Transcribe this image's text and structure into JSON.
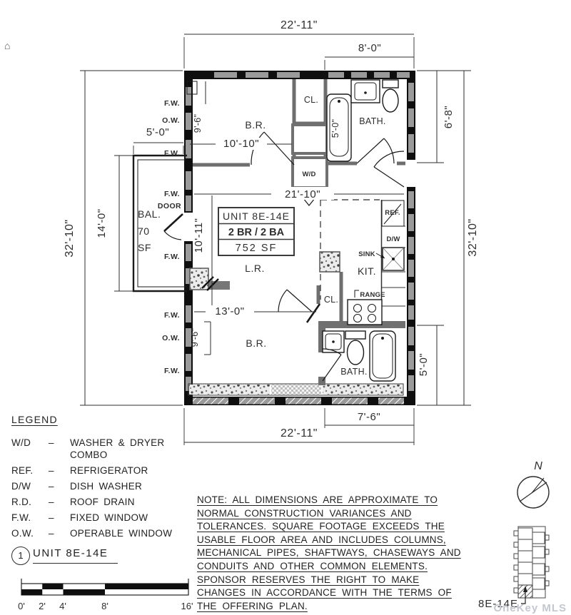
{
  "plan": {
    "dims": {
      "top_width": "22'-11\"",
      "top_bath_width": "8'-0\"",
      "left_height": "32'-10\"",
      "balcony_height": "14'-0\"",
      "balcony_width": "5'-0\"",
      "right_bath_height": "6'-8\"",
      "right_height": "32'-10\"",
      "right_bath2_height": "5'-0\"",
      "bottom_terrace_width": "7'-6\"",
      "bottom_width": "22'-11\"",
      "interior_width": "21'-10\"",
      "br_top_width": "10'-10\"",
      "br_top_height": "9'-6\"",
      "lr_height": "10'-11\"",
      "br_bottom_width": "13'-0\"",
      "br_bottom_height": "9'-6\"",
      "tub_length": "5'-0\""
    },
    "labels": {
      "br_top": "B.R.",
      "br_bottom": "B.R.",
      "cl_top": "CL.",
      "cl_mid": "CL.",
      "bath_top": "BATH.",
      "bath_bottom": "BATH.",
      "lr": "L.R.",
      "kit": "KIT.",
      "sink": "SINK",
      "range": "RANGE",
      "ref": "REF.",
      "dw": "D/W",
      "wd": "W/D",
      "door": "DOOR",
      "fw": "F.W.",
      "ow": "O.W.",
      "bal_line1": "BAL.",
      "bal_line2": "70",
      "bal_line3": "SF"
    },
    "unit_box": {
      "line1": "UNIT 8E-14E",
      "line2": "2 BR / 2 BA",
      "line3": "752 SF"
    }
  },
  "legend": {
    "title": "LEGEND",
    "separator": "–",
    "items": [
      {
        "abbr": "W/D",
        "desc": "WASHER & DRYER COMBO"
      },
      {
        "abbr": "REF.",
        "desc": "REFRIGERATOR"
      },
      {
        "abbr": "D/W",
        "desc": "DISH WASHER"
      },
      {
        "abbr": "R.D.",
        "desc": "ROOF DRAIN"
      },
      {
        "abbr": "F.W.",
        "desc": "FIXED WINDOW"
      },
      {
        "abbr": "O.W.",
        "desc": "OPERABLE WINDOW"
      }
    ]
  },
  "note": {
    "lines": [
      "NOTE: ALL DIMENSIONS ARE APPROXIMATE TO",
      "NORMAL CONSTRUCTION VARIANCES AND",
      "TOLERANCES. SQUARE FOOTAGE EXCEEDS THE",
      "USABLE FLOOR AREA AND INCLUDES COLUMNS,",
      "MECHANICAL PIPES, SHAFTWAYS, CHASEWAYS AND",
      "CONDUITS AND OTHER COMMON ELEMENTS.",
      "SPONSOR RESERVES THE RIGHT TO MAKE",
      "CHANGES IN ACCORDANCE WITH THE TERMS OF",
      "THE OFFERING PLAN."
    ]
  },
  "title_block": {
    "number": "1",
    "label": "UNIT 8E-14E"
  },
  "scale_bar": {
    "ticks": [
      "0'",
      "2'",
      "4'",
      "8'",
      "16'"
    ]
  },
  "compass": {
    "north": "N"
  },
  "key_plan": {
    "unit_label": "8E-14E"
  },
  "watermark": "OneKey MLS",
  "colors": {
    "wall": "#0f0f0f",
    "window_gray": "#9a9a9a",
    "watermark": "#c3c7cf"
  }
}
